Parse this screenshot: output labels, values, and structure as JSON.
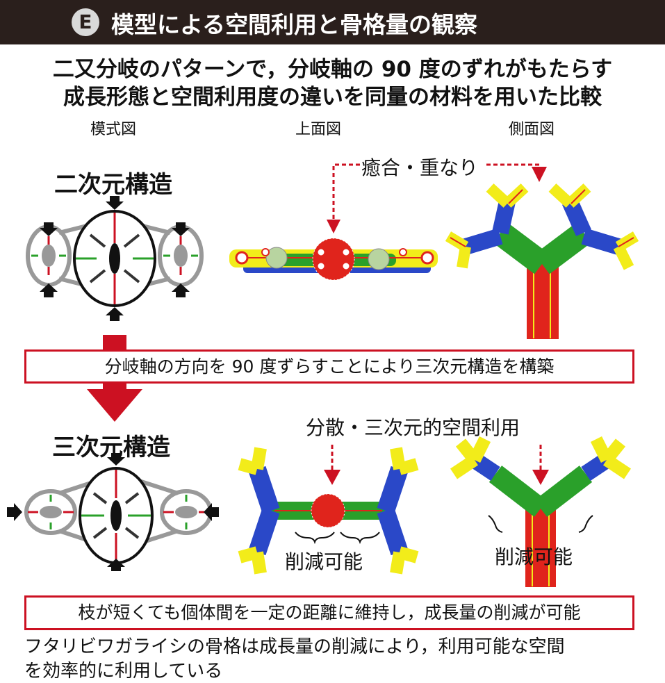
{
  "header": {
    "badge": "E",
    "title": "模型による空間利用と骨格量の観察"
  },
  "intro": {
    "line1": "二又分岐のパターンで，分岐軸の 90 度のずれがもたらす",
    "line2": "成長形態と空間利用度の違いを同量の材料を用いた比較"
  },
  "columns": {
    "schematic": "模式図",
    "top_view": "上面図",
    "side_view": "側面図"
  },
  "row1": {
    "label": "二次元構造",
    "annotation": "癒合・重なり"
  },
  "transition": {
    "text": "分岐軸の方向を 90 度ずらすことにより三次元構造を構築"
  },
  "row2": {
    "label": "三次元構造",
    "annotation": "分散・三次元的空間利用",
    "reduction_top": "削減可能",
    "reduction_side": "削減可能"
  },
  "conclusion_box": {
    "text": "枝が短くても個体間を一定の距離に維持し，成長量の削減が可能"
  },
  "footer": {
    "line1": "フタリビワガライシの骨格は成長量の削減により，利用可能な空間",
    "line2": "を効率的に利用している"
  },
  "colors": {
    "header_bg": "#2a1f1c",
    "accent_red": "#cc1122",
    "rod_yellow": "#f2ec1a",
    "rod_blue": "#2a48c8",
    "rod_green": "#2aa02a",
    "rod_red": "#e0241c"
  },
  "icons": [
    "arrow-down-icon",
    "arrow-up-icon",
    "arrow-left-icon",
    "arrow-right-icon",
    "big-red-down-arrow-icon"
  ]
}
